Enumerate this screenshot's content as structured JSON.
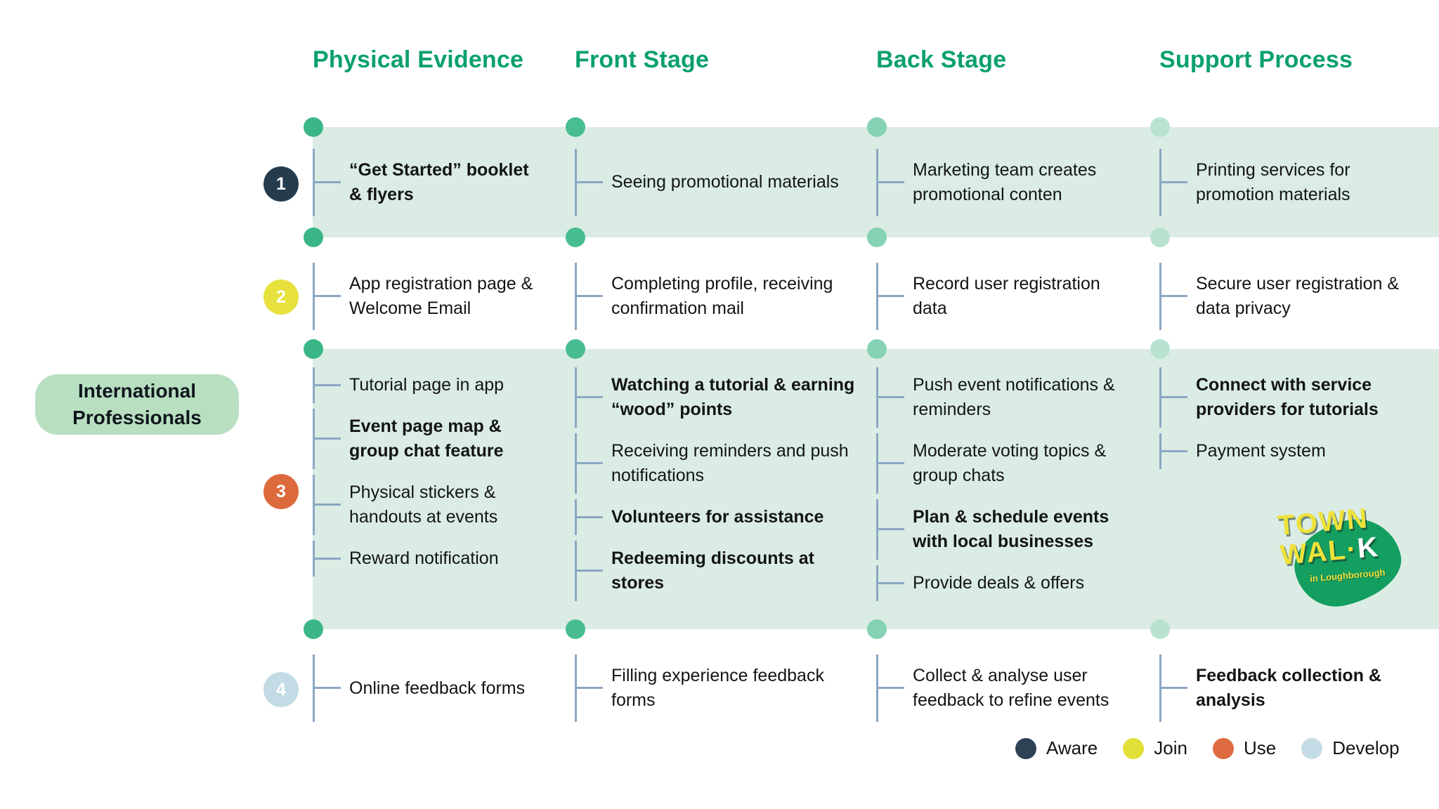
{
  "columns": [
    "Physical Evidence",
    "Front Stage",
    "Back Stage",
    "Support Process"
  ],
  "persona": "International Professionals",
  "stages": [
    {
      "number": "1",
      "color": "#253c4e"
    },
    {
      "number": "2",
      "color": "#e6e13c"
    },
    {
      "number": "3",
      "color": "#dc6a3d"
    },
    {
      "number": "4",
      "color": "#c3dbe5"
    }
  ],
  "grid": {
    "rows": [
      {
        "cells": [
          [
            {
              "text": "“Get Started” booklet\n& flyers",
              "bold": true
            }
          ],
          [
            {
              "text": "Seeing promotional materials",
              "bold": false
            }
          ],
          [
            {
              "text": "Marketing team creates\npromotional conten",
              "bold": false
            }
          ],
          [
            {
              "text": "Printing services for\npromotion materials",
              "bold": false
            }
          ]
        ]
      },
      {
        "cells": [
          [
            {
              "text": "App registration page &\nWelcome Email",
              "bold": false
            }
          ],
          [
            {
              "text": "Completing profile, receiving\nconfirmation mail",
              "bold": false
            }
          ],
          [
            {
              "text": "Record user registration\ndata",
              "bold": false
            }
          ],
          [
            {
              "text": "Secure user registration &\ndata privacy",
              "bold": false
            }
          ]
        ]
      },
      {
        "cells": [
          [
            {
              "text": "Tutorial page in app",
              "bold": false
            },
            {
              "text": "Event page map &\ngroup chat feature",
              "bold": true
            },
            {
              "text": "Physical stickers &\nhandouts at events",
              "bold": false
            },
            {
              "text": "Reward notification",
              "bold": false
            }
          ],
          [
            {
              "text": "Watching a tutorial & earning\n“wood” points",
              "bold": true
            },
            {
              "text": "Receiving reminders and push\nnotifications",
              "bold": false
            },
            {
              "text": "Volunteers for assistance",
              "bold": true
            },
            {
              "text": "Redeeming discounts at\nstores",
              "bold": true
            }
          ],
          [
            {
              "text": "Push event notifications &\nreminders",
              "bold": false
            },
            {
              "text": "Moderate voting topics &\ngroup chats",
              "bold": false
            },
            {
              "text": "Plan & schedule events\nwith local businesses",
              "bold": true
            },
            {
              "text": "Provide deals & offers",
              "bold": false
            }
          ],
          [
            {
              "text": "Connect with service\nproviders for tutorials",
              "bold": true
            },
            {
              "text": "Payment system",
              "bold": false
            }
          ]
        ]
      },
      {
        "cells": [
          [
            {
              "text": "Online feedback forms",
              "bold": false
            }
          ],
          [
            {
              "text": "Filling experience feedback\nforms",
              "bold": false
            }
          ],
          [
            {
              "text": "Collect & analyse user\nfeedback to refine events",
              "bold": false
            }
          ],
          [
            {
              "text": "Feedback collection &\nanalysis",
              "bold": true
            }
          ]
        ]
      }
    ]
  },
  "legend": [
    {
      "label": "Aware",
      "color": "#2e4155"
    },
    {
      "label": "Join",
      "color": "#e3df39"
    },
    {
      "label": "Use",
      "color": "#de6a40"
    },
    {
      "label": "Develop",
      "color": "#c4dce6"
    }
  ],
  "logo": {
    "word1": "TOWN",
    "word2": "WAL",
    "dot": "·",
    "accent": "K",
    "subtitle": "in Loughborough"
  },
  "colors": {
    "header_green": "#0aa06e",
    "band_green": "#daece3",
    "bracket_blue": "#8ba7c4",
    "column_dots": [
      "#3ab687",
      "#48bd92",
      "#85d2b4",
      "#b9e3d0"
    ]
  }
}
